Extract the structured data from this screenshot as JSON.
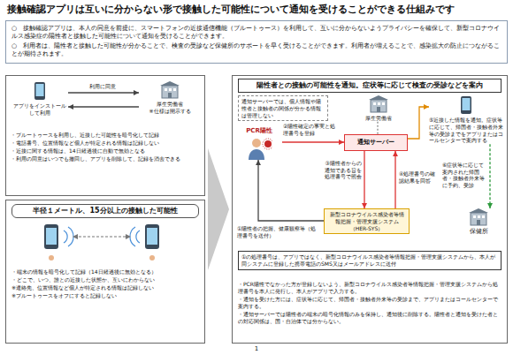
{
  "diagram": {
    "title": "接触確認アプリは互いに分からない形で接触した可能性について通知を受けることができる仕組みです",
    "nodes": [
      {
        "text": [
          "○　接触確認アプリは、本人の同意を前提に、スマートフォンの近接通信機能（ブルートゥース）を利用して、互いに分からないようプライバシーを確保して、新型コロナウイルス感染症の陽性者と接触した可能性について通知を受けることができます。",
          "○　利用者は、陽性者と接触した可能性が分かることで、検査の受診など保健所のサポートを早く受けることができます。利用者が増えることで、感染拡大の防止につながることが期待されます。"
        ]
      },
      {
        "text": [
          "・ブルートゥースを利用し、近接した可能性を暗号化して記録",
          "・電話番号、位置情報など個人が特定される情報は記録しない",
          "・近接に関する情報は、14日経過後に自動で無効となる",
          "・利用の同意はいつでも撤回し、アプリを削除して、記録を消去できる"
        ]
      },
      {
        "text": [
          "アプリをインストールして利用"
        ],
        "in": 1
      },
      {
        "text": [
          "厚生労働省",
          "※仕様は開示する"
        ],
        "in": 1
      },
      {
        "text": [
          "半径１メートル、15分以上の接触した可能性",
          "・端末の情報を暗号化して記録（14日経過後に無効となる）",
          "・どこで、いつ、誰との近接した状態か、互いにわからない",
          "※連絡先、位置情報など個人が特定される情報は記録しない",
          "※ブルートゥースをオフにすると記録しない"
        ]
      },
      {
        "text": [
          "陽性者との接触の可能性を通知。症状等に応じて検査の受診などを案内",
          "・PCR陽性でなかった方が登録しないよう、新型コロナウイルス感染者等情報把握・管理支援システムから処理番号を本人に発行し、本人がアプリで入力する。",
          "・通知を受けた方には、症状等に応じて、帰国者・接触者外来等の受診まで、アプリまたはコールセンターで案内する。",
          "・通知サーバーでは陽性者の端末の暗号化情報のみを保持し、通知後に削除する。陽性者と通知を受けた者との対応関係は、国・自治体では分からない。"
        ]
      },
      {
        "text": [
          "通知サーバーでは、個人情報や陽性者と接触者の関係が分かる情報は管理しない"
        ],
        "in": 5
      },
      {
        "text": [
          "厚生労働省"
        ],
        "in": 5
      },
      {
        "text": [
          "通知サーバー"
        ],
        "in": 5
      },
      {
        "text": [
          "PCR陽性"
        ],
        "in": 5
      },
      {
        "text": [
          "新型コロナウイルス感染者等情報把握・管理支援システム（HER-SYS）"
        ],
        "in": 5
      },
      {
        "text": [
          "保健所"
        ],
        "in": 5
      },
      {
        "text": [
          "⑤近接した情報を通知。症状等に応じて、帰国者・接触者外来等の受診までをアプリまたはコールセンターで案内する"
        ],
        "in": 5
      },
      {
        "text": [
          "①の処理番号は、アプリではなく、新型コロナウイルス感染者等情報把握・管理支援システムから、本人が同システムに登録した携帯電話のSMS又はメールアドレスに送付"
        ],
        "in": 5
      }
    ],
    "edges": [
      {
        "from": 2,
        "to": 3,
        "label": "利用に同意",
        "arrow": "to"
      },
      {
        "from": 3,
        "to": 2,
        "arrow": "to"
      },
      {
        "from": 9,
        "to": 8,
        "label": "②陽性確定の事実と処理番号を登録",
        "arrow": "to"
      },
      {
        "from": 8,
        "to": 10,
        "label": "③陽性者からの通知である旨を処理番号で照会",
        "arrow": "to"
      },
      {
        "from": 10,
        "to": 8,
        "label": "④処理番号の確認結果を回答",
        "arrow": "to"
      },
      {
        "from": 10,
        "to": 9,
        "label": "①陽性者の把握、健康観察等（処理番号を送付）",
        "arrow": "to"
      },
      {
        "from": 8,
        "to": 12,
        "arrow": "to"
      },
      {
        "from": 12,
        "to": 11,
        "label": "⑥症状等に応じて案内された帰国者・接触者外来等に予約、受診",
        "arrow": "to"
      },
      {
        "from": 7,
        "to": 8,
        "arrow": "none"
      }
    ],
    "labels": [
      "1"
    ]
  }
}
